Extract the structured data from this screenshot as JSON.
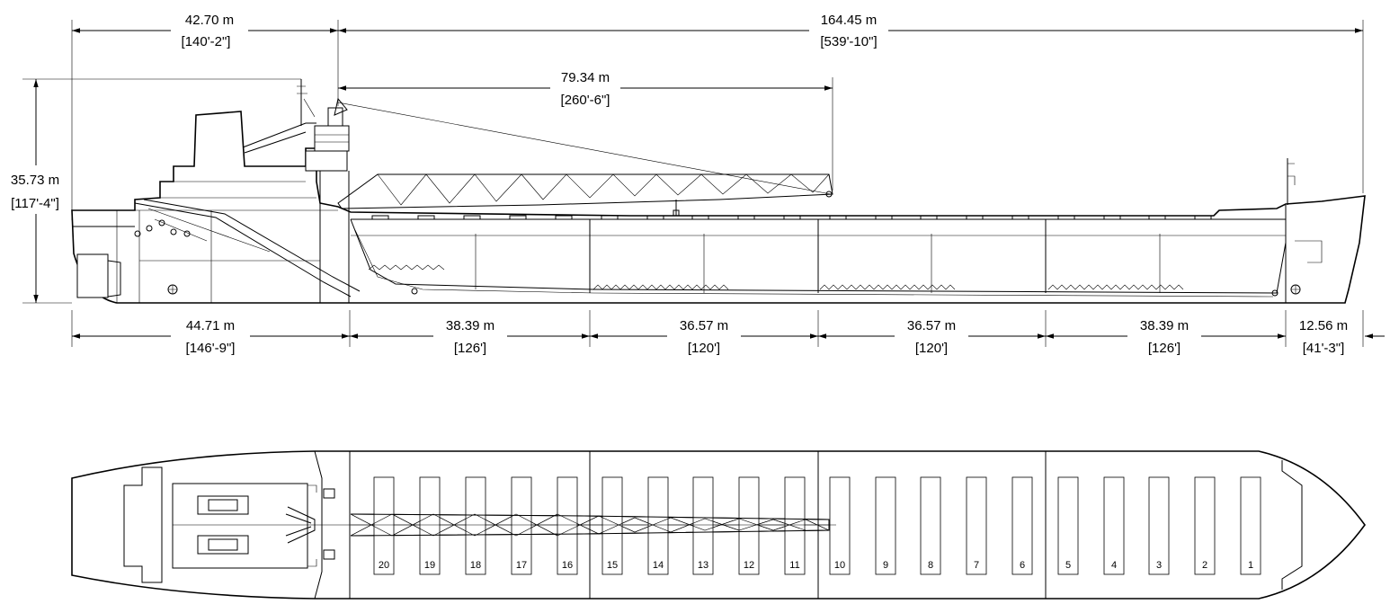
{
  "top_dimensions": [
    {
      "metric": "42.70 m",
      "imperial": "[140'-2\"]"
    },
    {
      "metric": "164.45 m",
      "imperial": "[539'-10\"]"
    },
    {
      "metric": "79.34 m",
      "imperial": "[260'-6\"]"
    }
  ],
  "height_dimension": {
    "metric": "35.73 m",
    "imperial": "[117'-4\"]"
  },
  "bottom_dimensions": [
    {
      "metric": "44.71 m",
      "imperial": "[146'-9\"]"
    },
    {
      "metric": "38.39 m",
      "imperial": "[126']"
    },
    {
      "metric": "36.57 m",
      "imperial": "[120']"
    },
    {
      "metric": "36.57 m",
      "imperial": "[120']"
    },
    {
      "metric": "38.39 m",
      "imperial": "[126']"
    },
    {
      "metric": "12.56 m",
      "imperial": "[41'-3\"]"
    }
  ],
  "hatch_numbers": [
    "20",
    "19",
    "18",
    "17",
    "16",
    "15",
    "14",
    "13",
    "12",
    "11",
    "10",
    "9",
    "8",
    "7",
    "6",
    "5",
    "4",
    "3",
    "2",
    "1"
  ]
}
